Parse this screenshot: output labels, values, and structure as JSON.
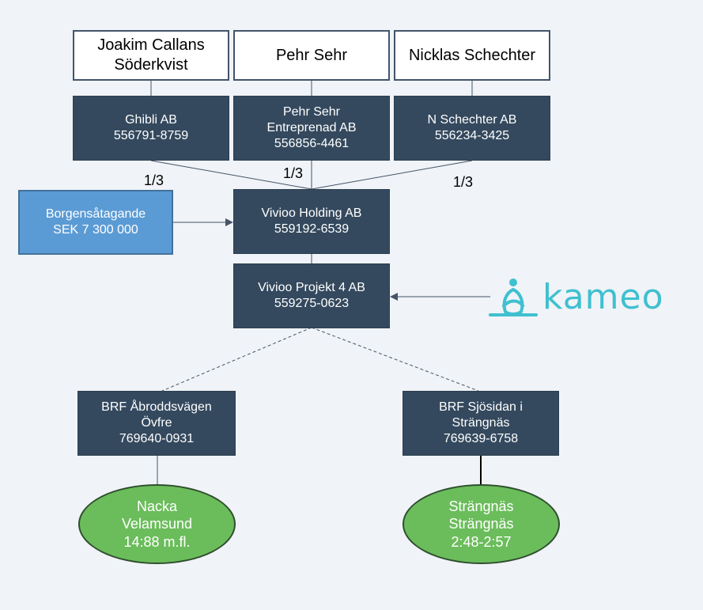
{
  "owners": [
    {
      "name": "Joakim Callans Söderkvist"
    },
    {
      "name": "Pehr Sehr"
    },
    {
      "name": "Nicklas Schechter"
    }
  ],
  "owner_companies": [
    {
      "name": "Ghibli AB",
      "org_nr": "556791-8759",
      "share": "1/3"
    },
    {
      "name": "Pehr Sehr Entreprenad AB",
      "org_nr": "556856-4461",
      "share": "1/3"
    },
    {
      "name": "N Schechter AB",
      "org_nr": "556234-3425",
      "share": "1/3"
    }
  ],
  "holding": {
    "name": "Vivioo Holding AB",
    "org_nr": "559192-6539"
  },
  "guarantee": {
    "label": "Borgensåtagande",
    "amount": "SEK 7 300 000"
  },
  "project_company": {
    "name": "Vivioo Projekt 4 AB",
    "org_nr": "559275-0623"
  },
  "lender": {
    "logo_text": "kameo",
    "color": "#3fc0d0"
  },
  "brfs": [
    {
      "name": "BRF Åbroddsvägen Övfre",
      "org_nr": "769640-0931"
    },
    {
      "name": "BRF Sjösidan i Strängnäs",
      "org_nr": "769639-6758"
    }
  ],
  "projects": [
    {
      "line1": "Nacka",
      "line2": "Velamsund",
      "line3": "14:88 m.fl."
    },
    {
      "line1": "Strängnäs",
      "line2": "Strängnäs",
      "line3": "2:48-2:57"
    }
  ],
  "colors": {
    "company_fill": "#34495e",
    "guarantee_fill": "#5b9bd5",
    "project_fill": "#6bbd5b",
    "background": "#f0f3f7"
  }
}
